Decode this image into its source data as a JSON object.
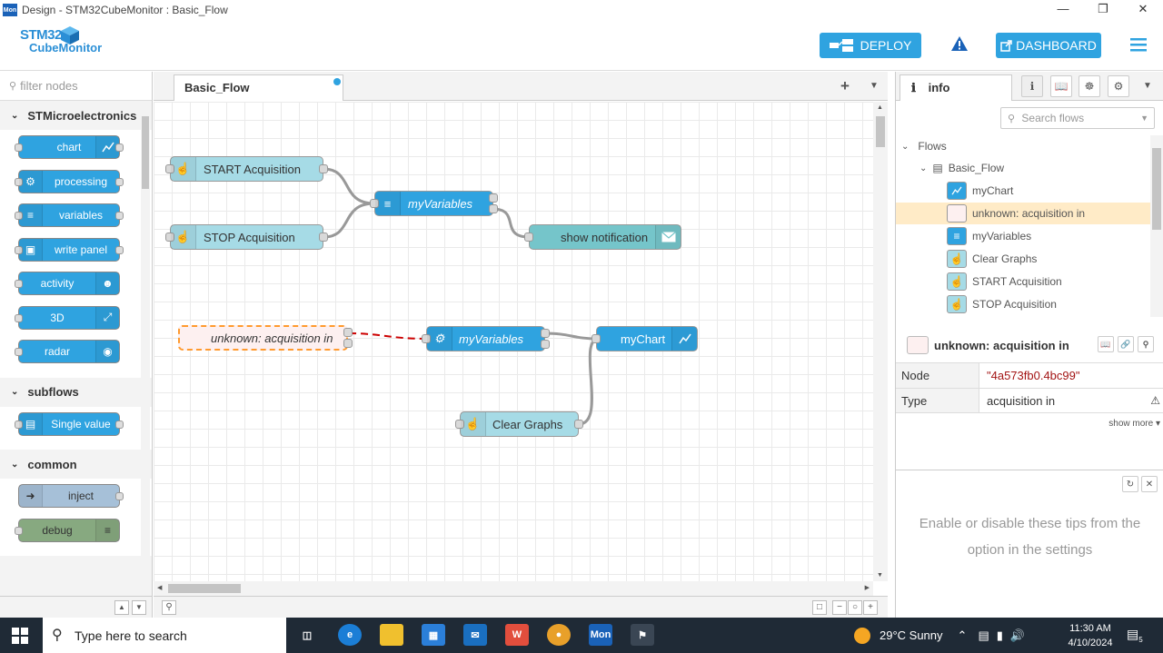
{
  "window": {
    "app_icon": "Mon",
    "title": "Design - STM32CubeMonitor : Basic_Flow"
  },
  "header": {
    "logo_line1": "STM32",
    "logo_line2": "CubeMonitor",
    "deploy_label": "DEPLOY",
    "dashboard_label": "DASHBOARD"
  },
  "palette": {
    "filter_placeholder": "filter nodes",
    "categories": [
      {
        "name": "STMicroelectronics",
        "nodes": [
          "chart",
          "processing",
          "variables",
          "write panel",
          "activity",
          "3D",
          "radar"
        ]
      },
      {
        "name": "subflows",
        "nodes": [
          "Single value"
        ]
      },
      {
        "name": "common",
        "nodes": [
          "inject",
          "debug"
        ]
      }
    ]
  },
  "workspace": {
    "tab_label": "Basic_Flow",
    "nodes": {
      "start": "START Acquisition",
      "stop": "STOP Acquisition",
      "myvars1": "myVariables",
      "notify": "show notification",
      "unknown": "unknown: acquisition in",
      "myvars2": "myVariables",
      "mychart": "myChart",
      "clear": "Clear Graphs"
    }
  },
  "sidebar": {
    "tab_label": "info",
    "search_placeholder": "Search flows",
    "tree": {
      "root": "Flows",
      "flow": "Basic_Flow",
      "items": [
        "myChart",
        "unknown: acquisition in",
        "myVariables",
        "Clear Graphs",
        "START Acquisition",
        "STOP Acquisition"
      ]
    },
    "selected": {
      "title": "unknown: acquisition in",
      "props": [
        {
          "key": "Node",
          "value": "\"4a573fb0.4bc99\""
        },
        {
          "key": "Type",
          "value": "acquisition in"
        }
      ],
      "show_more": "show more"
    },
    "tip": "Enable or disable these tips from the option in the settings"
  },
  "taskbar": {
    "search_placeholder": "Type here to search",
    "app_label": "Mon",
    "weather": "29°C  Sunny",
    "time": "11:30 AM",
    "date": "4/10/2024",
    "notifications": "5"
  },
  "colors": {
    "accent": "#2fa3e0",
    "inject": "#a6dbe6",
    "notification": "#75c5ca",
    "unknown_border": "#ff9a2e",
    "wire_unknown": "#cc0000"
  }
}
